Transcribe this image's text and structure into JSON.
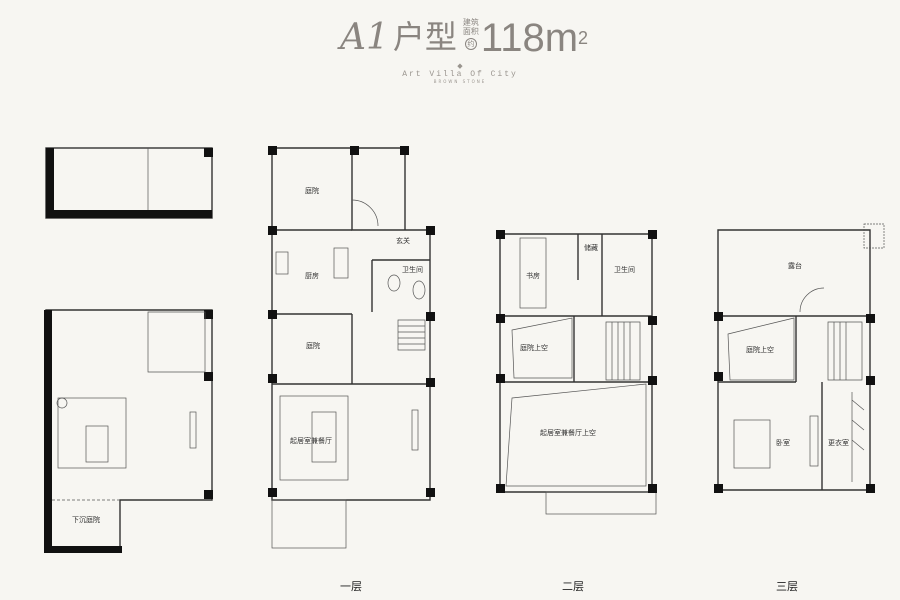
{
  "header": {
    "type_code": "A1",
    "type_suffix": "户型",
    "area_label_1": "建筑",
    "area_label_2": "面积",
    "approx": "约",
    "area_value": "118m",
    "area_unit_sup": "2",
    "subtitle": "Art Villa Of City",
    "subtitle_small": "BROWN STONE"
  },
  "basement": {
    "rooms": {
      "sunken_court": "下沉庭院"
    }
  },
  "floor1": {
    "label": "一层",
    "rooms": {
      "courtyard_north": "庭院",
      "kitchen": "厨房",
      "foyer": "玄关",
      "bathroom": "卫生间",
      "courtyard_mid": "庭院",
      "living_dining": "起居室兼餐厅"
    }
  },
  "floor2": {
    "label": "二层",
    "rooms": {
      "study": "书房",
      "storage": "储藏",
      "bathroom": "卫生间",
      "courtyard_void": "庭院上空",
      "living_void": "起居室兼餐厅上空"
    }
  },
  "floor3": {
    "label": "三层",
    "rooms": {
      "terrace": "露台",
      "courtyard_void": "庭院上空",
      "bedroom": "卧室",
      "dressing": "更衣室"
    }
  }
}
